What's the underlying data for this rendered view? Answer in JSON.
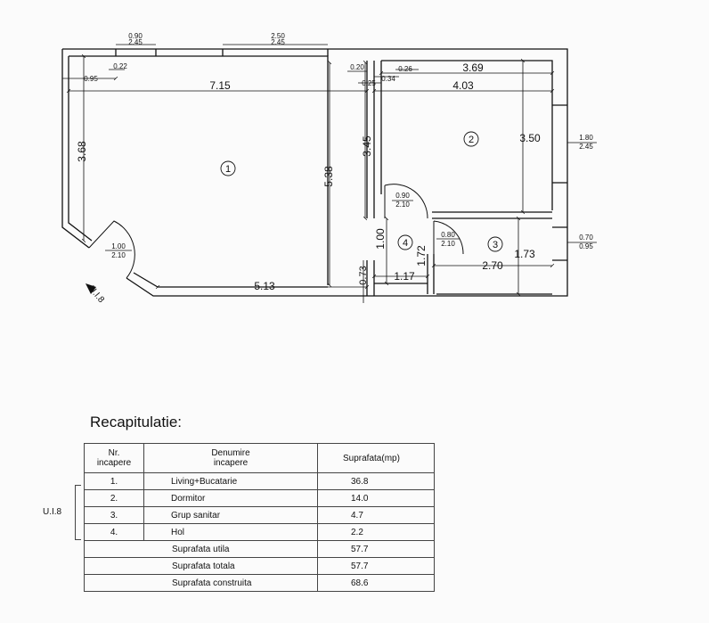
{
  "plan": {
    "unit_label": "U.I.8",
    "room_numbers": [
      "1",
      "2",
      "3",
      "4"
    ],
    "windows": [
      {
        "width": "0.90",
        "height": "2.45"
      },
      {
        "width": "2.50",
        "height": "2.45"
      },
      {
        "width": "1.80",
        "height": "2.45"
      },
      {
        "width": "0.70",
        "height": "0.95"
      }
    ],
    "doors": [
      {
        "width": "1.00",
        "height": "2.10"
      },
      {
        "width": "0.90",
        "height": "2.10"
      },
      {
        "width": "0.80",
        "height": "2.10"
      }
    ],
    "dimensions": {
      "d_0_22": "0.22",
      "d_0_95": "0.95",
      "d_7_15": "7.15",
      "d_3_68": "3.68",
      "d_5_38": "5.38",
      "d_0_20": "0.20",
      "d_0_25": "0.25",
      "d_0_26": "0.26",
      "d_0_34": "0.34",
      "d_3_69": "3.69",
      "d_4_03": "4.03",
      "d_3_45": "3.45",
      "d_3_50": "3.50",
      "d_1_00": "1.00",
      "d_1_72": "1.72",
      "d_1_73": "1.73",
      "d_0_73": "0.73",
      "d_5_13": "5.13",
      "d_1_17": "1.17",
      "d_2_70": "2.70"
    }
  },
  "recap": {
    "title": "Recapitulatie:",
    "unit_label": "U.I.8",
    "headers": {
      "nr": "Nr.\nincapere",
      "name": "Denumire\nincapere",
      "area": "Suprafata(mp)"
    },
    "rows": [
      {
        "nr": "1.",
        "name": "Living+Bucatarie",
        "area": "36.8"
      },
      {
        "nr": "2.",
        "name": "Dormitor",
        "area": "14.0"
      },
      {
        "nr": "3.",
        "name": "Grup sanitar",
        "area": "4.7"
      },
      {
        "nr": "4.",
        "name": "Hol",
        "area": "2.2"
      }
    ],
    "totals": [
      {
        "label": "Suprafata utila",
        "value": "57.7"
      },
      {
        "label": "Suprafata totala",
        "value": "57.7"
      },
      {
        "label": "Suprafata construita",
        "value": "68.6"
      }
    ]
  }
}
